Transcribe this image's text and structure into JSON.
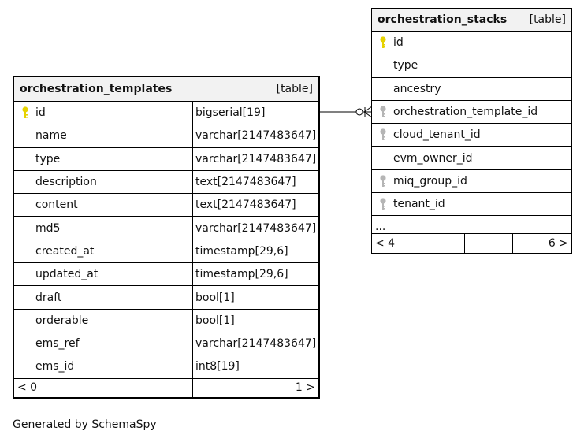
{
  "diagram": {
    "tables": [
      {
        "name": "orchestration_templates",
        "label": "[table]",
        "columns": [
          {
            "name": "id",
            "type": "bigserial[19]",
            "key": "primary"
          },
          {
            "name": "name",
            "type": "varchar[2147483647]",
            "key": ""
          },
          {
            "name": "type",
            "type": "varchar[2147483647]",
            "key": ""
          },
          {
            "name": "description",
            "type": "text[2147483647]",
            "key": ""
          },
          {
            "name": "content",
            "type": "text[2147483647]",
            "key": ""
          },
          {
            "name": "md5",
            "type": "varchar[2147483647]",
            "key": ""
          },
          {
            "name": "created_at",
            "type": "timestamp[29,6]",
            "key": ""
          },
          {
            "name": "updated_at",
            "type": "timestamp[29,6]",
            "key": ""
          },
          {
            "name": "draft",
            "type": "bool[1]",
            "key": ""
          },
          {
            "name": "orderable",
            "type": "bool[1]",
            "key": ""
          },
          {
            "name": "ems_ref",
            "type": "varchar[2147483647]",
            "key": ""
          },
          {
            "name": "ems_id",
            "type": "int8[19]",
            "key": ""
          }
        ],
        "footer": {
          "left": "< 0",
          "middle": "",
          "right": "1 >"
        }
      },
      {
        "name": "orchestration_stacks",
        "label": "[table]",
        "columns": [
          {
            "name": "id",
            "key": "primary"
          },
          {
            "name": "type",
            "key": ""
          },
          {
            "name": "ancestry",
            "key": ""
          },
          {
            "name": "orchestration_template_id",
            "key": "foreign"
          },
          {
            "name": "cloud_tenant_id",
            "key": "foreign"
          },
          {
            "name": "evm_owner_id",
            "key": ""
          },
          {
            "name": "miq_group_id",
            "key": "foreign"
          },
          {
            "name": "tenant_id",
            "key": "foreign"
          }
        ],
        "more": "...",
        "footer": {
          "left": "< 4",
          "middle": "",
          "right": "6 >"
        }
      }
    ],
    "relationship": {
      "from": "orchestration_stacks.orchestration_template_id",
      "to": "orchestration_templates.id",
      "type": "many-to-one"
    },
    "colors": {
      "primary_key": "#e6d200",
      "foreign_key": "#b5b5b5",
      "header_bg": "#f2f2f2"
    }
  },
  "generated_by": "Generated by SchemaSpy"
}
